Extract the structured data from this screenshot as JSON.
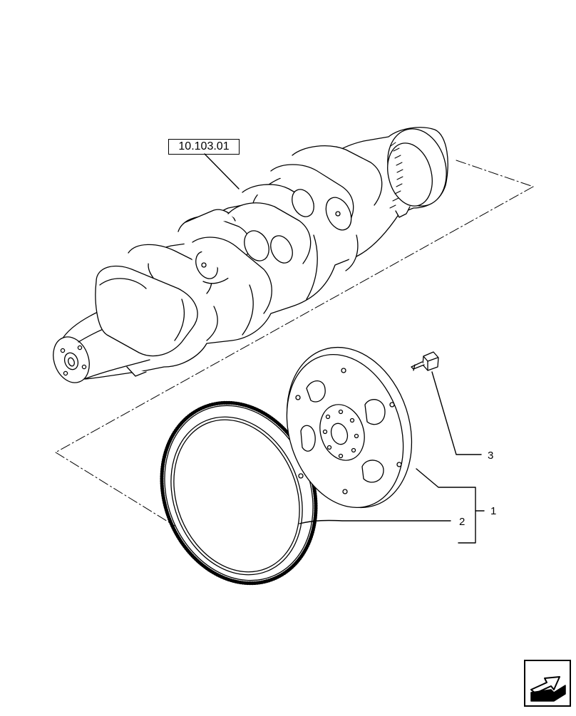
{
  "diagram": {
    "reference_label": "10.103.01",
    "callouts": [
      {
        "id": "3",
        "label": "3"
      },
      {
        "id": "1",
        "label": "1"
      },
      {
        "id": "2",
        "label": "2"
      }
    ],
    "parts": [
      "crankshaft",
      "flex-plate",
      "ring-gear",
      "bolt"
    ],
    "nav_icon": "next-page-arrow-icon"
  }
}
